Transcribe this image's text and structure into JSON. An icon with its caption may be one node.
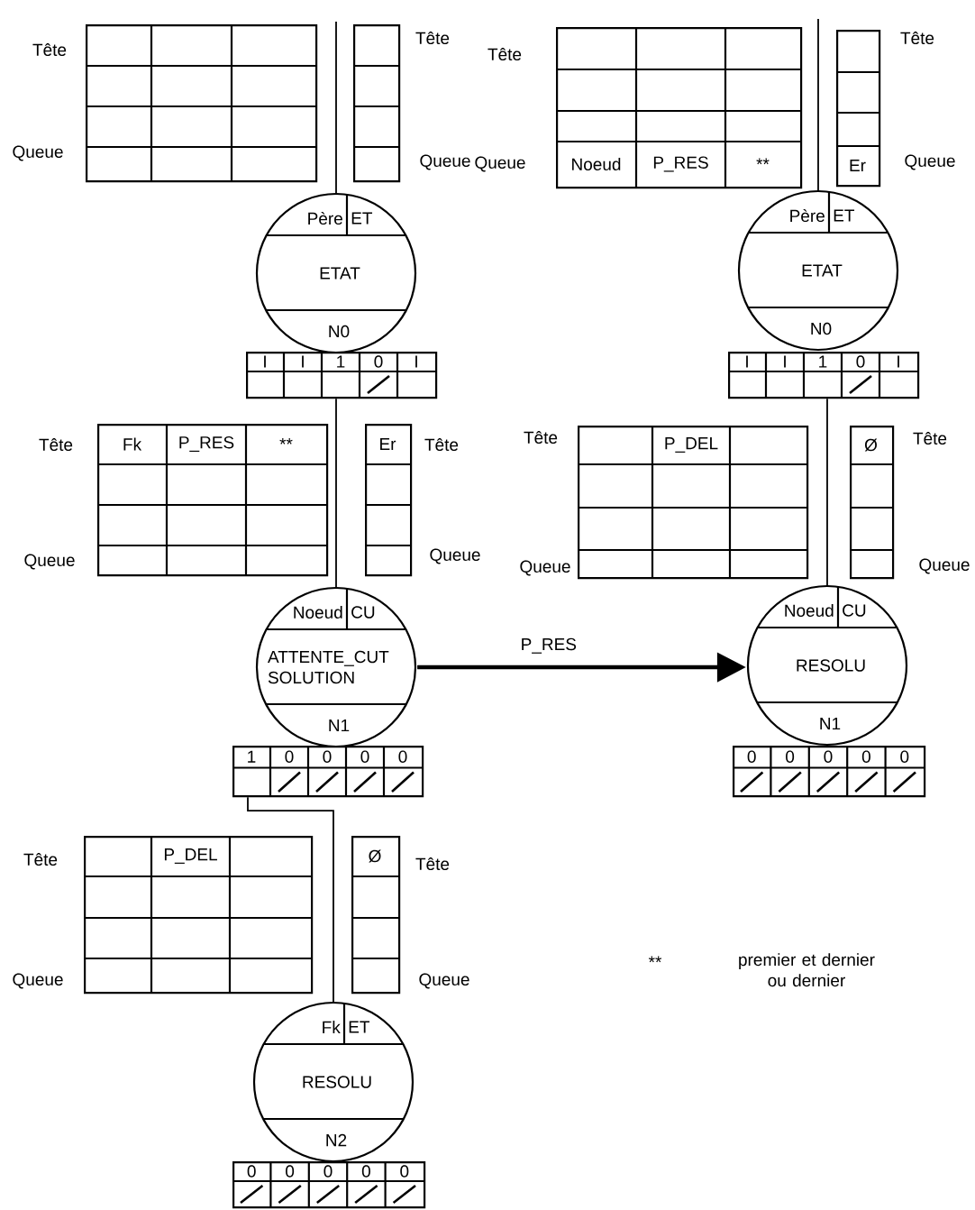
{
  "diagram": {
    "nodes": [
      {
        "text": [],
        "shape": "box",
        "beside": [
          "Tête",
          "Queue"
        ]
      },
      {
        "text": [],
        "shape": "box",
        "beside": [
          "Tête",
          "Queue"
        ]
      },
      {
        "text": [
          "Père",
          "ET",
          "ETAT",
          "N0"
        ]
      },
      {
        "text": [
          "I",
          "I",
          "1",
          "0",
          "I"
        ]
      },
      {
        "text": [
          "Fk",
          "P_RES",
          "**"
        ],
        "beside": [
          "Tête",
          "Queue"
        ]
      },
      {
        "text": [
          "Er"
        ],
        "beside": [
          "Tête",
          "Queue"
        ]
      },
      {
        "text": [
          "Noeud",
          "CU",
          "ATTENTE_CUT SOLUTION",
          "N1"
        ]
      },
      {
        "text": [
          "1",
          "0",
          "0",
          "0",
          "0"
        ]
      },
      {
        "text": [
          "P_DEL"
        ],
        "beside": [
          "Tête",
          "Queue"
        ]
      },
      {
        "text": [
          "Ø"
        ],
        "beside": [
          "Tête",
          "Queue"
        ]
      },
      {
        "text": [
          "Fk",
          "ET",
          "RESOLU",
          "N2"
        ]
      },
      {
        "text": [
          "0",
          "0",
          "0",
          "0",
          "0"
        ]
      },
      {
        "text": [
          "Noeud",
          "P_RES",
          "**"
        ],
        "beside": [
          "Tête",
          "Queue"
        ]
      },
      {
        "text": [
          "Er"
        ],
        "beside": [
          "Tête",
          "Queue"
        ]
      },
      {
        "text": [
          "Père",
          "ET",
          "ETAT",
          "N0"
        ]
      },
      {
        "text": [
          "I",
          "I",
          "1",
          "0",
          "I"
        ]
      },
      {
        "text": [
          "P_DEL"
        ],
        "beside": [
          "Tête",
          "Queue"
        ]
      },
      {
        "text": [
          "Ø"
        ],
        "beside": [
          "Tête",
          "Queue"
        ]
      },
      {
        "text": [
          "Noeud",
          "CU",
          "RESOLU",
          "N1"
        ]
      },
      {
        "text": [
          "0",
          "0",
          "0",
          "0",
          "0"
        ]
      }
    ],
    "edges": [
      {
        "from": null,
        "to": 2,
        "arrow": "none"
      },
      {
        "from": 3,
        "to": 6,
        "arrow": "none"
      },
      {
        "from": 7,
        "to": 10,
        "arrow": "none"
      },
      {
        "from": null,
        "to": 14,
        "arrow": "none"
      },
      {
        "from": 15,
        "to": 18,
        "arrow": "none"
      },
      {
        "from": 6,
        "to": 18,
        "arrow": "to",
        "label": "P_RES",
        "style": "thick"
      }
    ],
    "labels": [
      "**",
      "premier et dernier ou dernier"
    ]
  }
}
